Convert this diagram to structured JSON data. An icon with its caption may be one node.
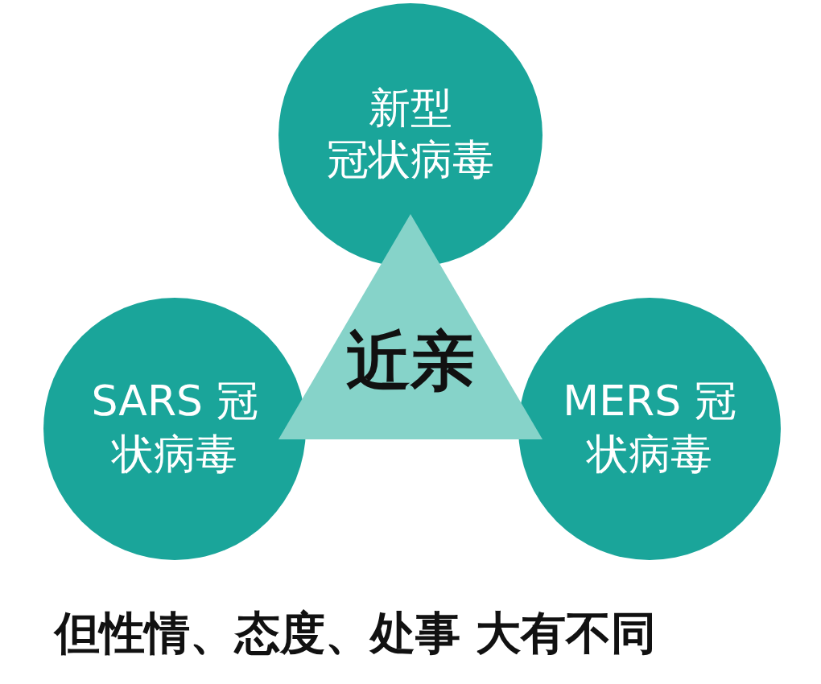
{
  "diagram": {
    "nodes": [
      {
        "text": [
          "新型",
          "冠状病毒"
        ]
      },
      {
        "text": [
          "SARS 冠状病毒"
        ]
      },
      {
        "text": [
          "近亲"
        ]
      },
      {
        "text": [
          "MERS 冠状病毒"
        ]
      }
    ],
    "labels": [
      "但性情、态度、处事 大有不同"
    ]
  }
}
